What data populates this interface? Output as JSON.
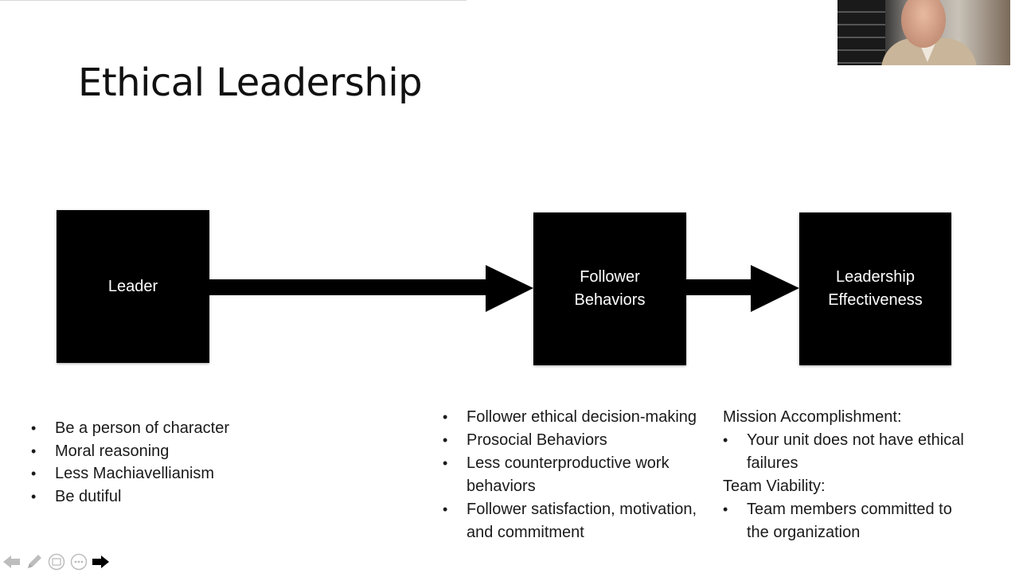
{
  "slide": {
    "title": "Ethical Leadership",
    "boxes": {
      "leader": "Leader",
      "follower": "Follower\nBehaviors",
      "effectiveness": "Leadership\nEffectiveness"
    },
    "leader_traits": [
      "Be a person of character",
      "Moral reasoning",
      "Less Machiavellianism",
      "Be dutiful"
    ],
    "follower_behaviors": [
      "Follower ethical decision-making",
      "Prosocial Behaviors",
      "Less counterproductive work behaviors",
      "Follower satisfaction, motivation, and commitment"
    ],
    "effectiveness_outcomes": {
      "mission_heading": "Mission Accomplishment:",
      "mission_items": [
        "Your unit does not have ethical failures"
      ],
      "team_heading": "Team Viability:",
      "team_items": [
        "Team members committed to the organization"
      ]
    }
  },
  "controls": [
    {
      "icon": "previous-arrow-icon",
      "label": "Previous slide"
    },
    {
      "icon": "pen-icon",
      "label": "Pen"
    },
    {
      "icon": "slide-thumbnail-icon",
      "label": "See all slides"
    },
    {
      "icon": "more-options-icon",
      "label": "More options"
    },
    {
      "icon": "next-arrow-icon",
      "label": "Next slide"
    }
  ],
  "colors": {
    "box_fill": "#000000",
    "box_text": "#ffffff",
    "body_text": "#1a1a1a"
  }
}
